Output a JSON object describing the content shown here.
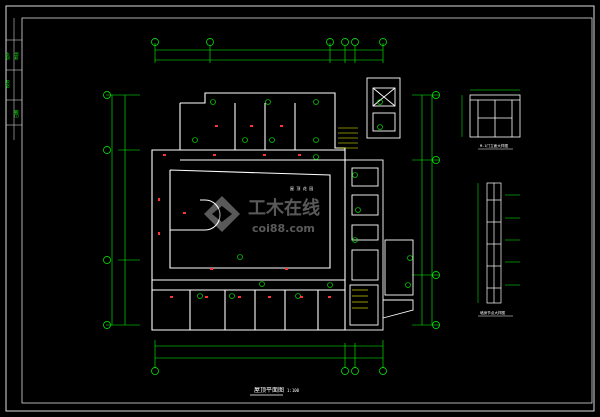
{
  "drawing": {
    "title": "屋顶平面图",
    "scale": "1:100",
    "room_center_text": "屋 顶 花 园",
    "detail_top_caption": "M-1门立面大样图",
    "detail_bottom_caption": "墙身节点大样图",
    "watermark_cn": "工木在线",
    "watermark_en": "coi88.com"
  },
  "title_strip": {
    "cells": [
      "设计",
      "校对",
      "审核",
      "日期"
    ]
  },
  "colors": {
    "background": "#000000",
    "frame": "#ffffff",
    "wall": "#ffffff",
    "dimension": "#00ff00",
    "axis_bubble": "#00ff00",
    "annotation_red": "#ff3333",
    "hatch_yellow": "#ffff00",
    "watermark": "#ffffff"
  }
}
